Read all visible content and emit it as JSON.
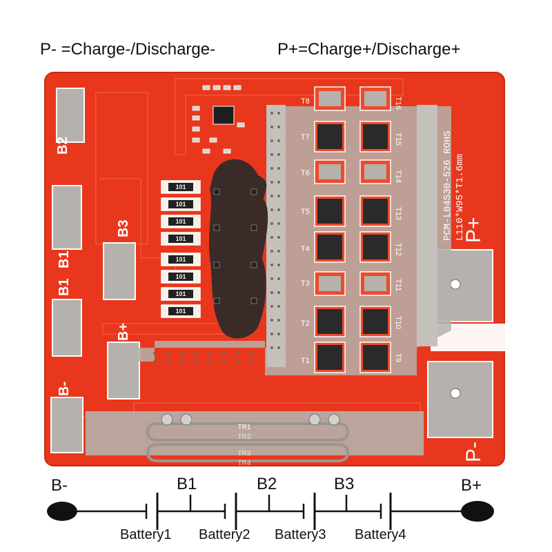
{
  "captions": {
    "p_minus": "P- =Charge-/Discharge-",
    "p_plus": "P+=Charge+/Discharge+"
  },
  "board": {
    "model_text": "PCM-L04S30-526 ROHS",
    "dimensions_text": "L110*W95*T1.6mm",
    "pads": {
      "b2": "B2",
      "b3": "B3",
      "b1_upper": "B1",
      "b1_lower": "B1",
      "b_plus": "B+",
      "b_minus": "B-",
      "p_plus": "P+",
      "p_minus": "P-"
    },
    "mosfets": [
      "T1",
      "T2",
      "T3",
      "T4",
      "T5",
      "T6",
      "T7",
      "T8",
      "T9",
      "T10",
      "T11",
      "T12",
      "T13",
      "T14",
      "T15",
      "T16"
    ],
    "resistor_marking": "101",
    "thermistor_labels": [
      "TR1",
      "TR2",
      "TR3",
      "TR4"
    ]
  },
  "wiring": {
    "terminals": {
      "negative": "B-",
      "positive": "B+"
    },
    "taps": [
      "B1",
      "B2",
      "B3"
    ],
    "cells": [
      "Battery1",
      "Battery2",
      "Battery3",
      "Battery4"
    ]
  },
  "colors": {
    "pcb": "#e8371d",
    "silkscreen": "#ffffff",
    "nickel": "#b5b1ac",
    "mosfet": "#2a2a2a",
    "potting": "#3a2b28"
  }
}
